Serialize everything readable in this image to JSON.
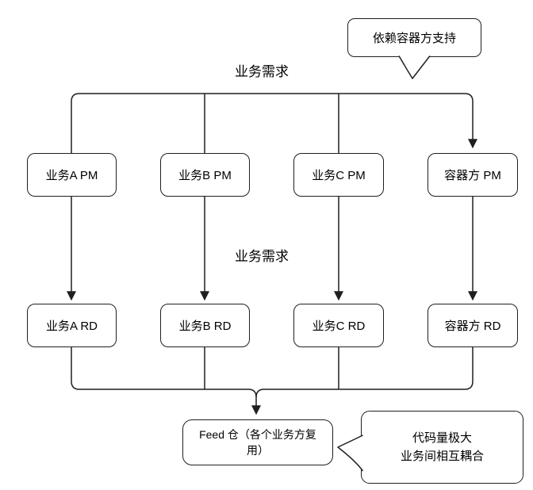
{
  "diagram": {
    "title_labels": {
      "top": "业务需求",
      "middle": "业务需求"
    },
    "pm_nodes": {
      "a": "业务A PM",
      "b": "业务B PM",
      "c": "业务C PM",
      "container": "容器方 PM"
    },
    "rd_nodes": {
      "a": "业务A RD",
      "b": "业务B RD",
      "c": "业务C RD",
      "container": "容器方 RD"
    },
    "feed_node": {
      "label": "Feed 仓（各个业务方复用）"
    },
    "callouts": {
      "dependency": {
        "text": "依赖容器方支持"
      },
      "problem": {
        "line1": "代码量极大",
        "line2": "业务间相互耦合"
      }
    },
    "edges": [
      {
        "from": "业务需求",
        "to": "业务A PM",
        "arrow": false
      },
      {
        "from": "业务需求",
        "to": "业务B PM",
        "arrow": false
      },
      {
        "from": "业务需求",
        "to": "业务C PM",
        "arrow": false
      },
      {
        "from": "业务需求",
        "to": "容器方 PM",
        "arrow": true
      },
      {
        "from": "业务A PM",
        "to": "业务A RD",
        "arrow": true
      },
      {
        "from": "业务B PM",
        "to": "业务B RD",
        "arrow": true
      },
      {
        "from": "业务C PM",
        "to": "业务C RD",
        "arrow": true
      },
      {
        "from": "容器方 PM",
        "to": "容器方 RD",
        "arrow": true
      },
      {
        "from": "业务A RD",
        "to": "Feed 仓（各个业务方复用）",
        "arrow": true
      },
      {
        "from": "业务B RD",
        "to": "Feed 仓（各个业务方复用）",
        "arrow": true
      },
      {
        "from": "业务C RD",
        "to": "Feed 仓（各个业务方复用）",
        "arrow": true
      },
      {
        "from": "容器方 RD",
        "to": "Feed 仓（各个业务方复用）",
        "arrow": true
      },
      {
        "from": "依赖容器方支持",
        "to": "容器方 PM",
        "type": "callout"
      },
      {
        "from": "代码量极大 业务间相互耦合",
        "to": "Feed 仓（各个业务方复用）",
        "type": "callout"
      }
    ],
    "colors": {
      "stroke": "#1f1f1f",
      "node_fill": "#ffffff",
      "text": "#000000",
      "background": "#ffffff"
    }
  }
}
